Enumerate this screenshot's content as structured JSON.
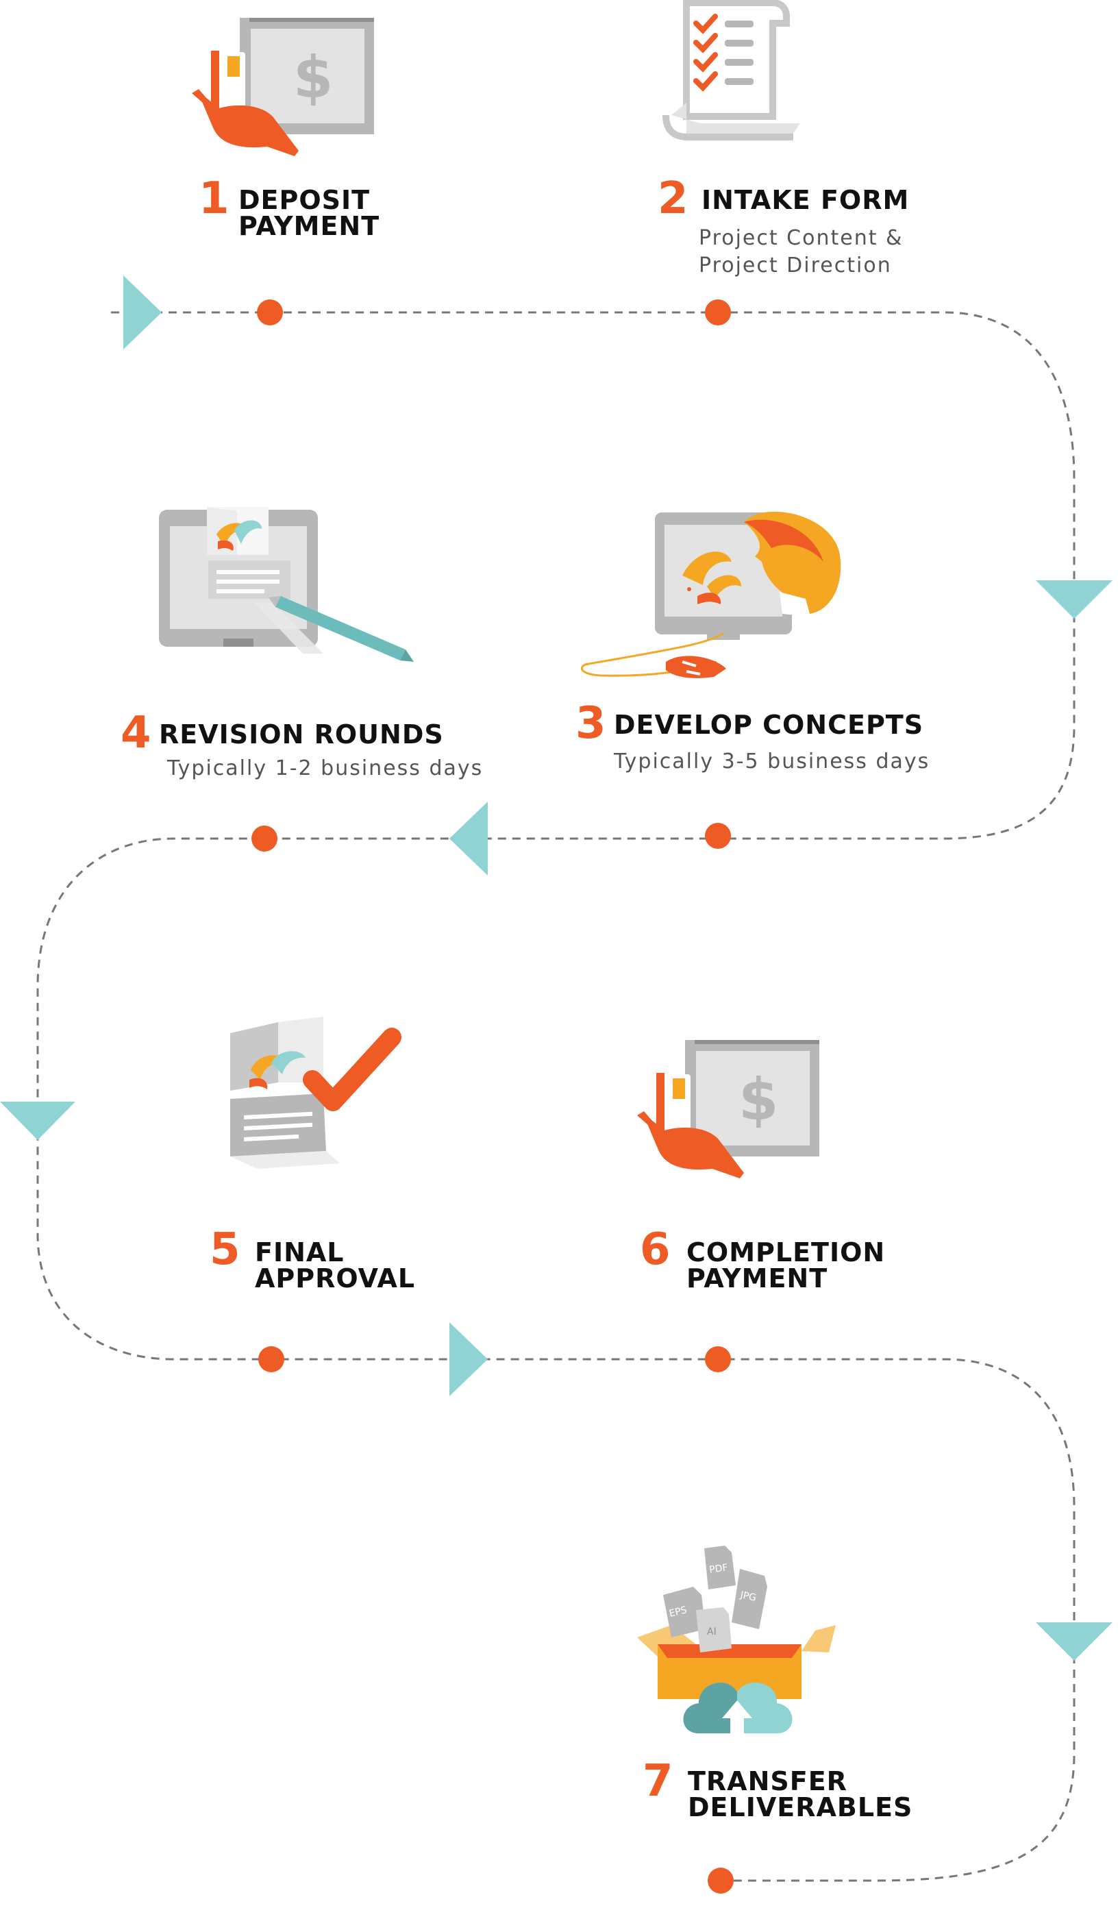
{
  "colors": {
    "accent": "#ee5b24",
    "orange_light": "#f5a623",
    "teal": "#8fd3d3",
    "teal_dark": "#5ea3a3",
    "gray": "#b7b7b7",
    "gray_light": "#e3e3e3",
    "path": "#777777",
    "text": "#111111",
    "subtext": "#555555"
  },
  "steps": [
    {
      "number": "1",
      "title_line1": "DEPOSIT",
      "title_line2": "PAYMENT",
      "sub_line1": "",
      "sub_line2": "",
      "icon": "payment-icon"
    },
    {
      "number": "2",
      "title_line1": "INTAKE FORM",
      "title_line2": "",
      "sub_line1": "Project Content &",
      "sub_line2": "Project Direction",
      "icon": "checklist-scroll-icon"
    },
    {
      "number": "3",
      "title_line1": "DEVELOP CONCEPTS",
      "title_line2": "",
      "sub_line1": "Typically 3-5 business days",
      "sub_line2": "",
      "icon": "designer-monitor-icon"
    },
    {
      "number": "4",
      "title_line1": "REVISION ROUNDS",
      "title_line2": "",
      "sub_line1": "Typically 1-2 business days",
      "sub_line2": "",
      "icon": "tablet-pen-icon"
    },
    {
      "number": "5",
      "title_line1": "FINAL",
      "title_line2": "APPROVAL",
      "sub_line1": "",
      "sub_line2": "",
      "icon": "approval-check-icon"
    },
    {
      "number": "6",
      "title_line1": "COMPLETION",
      "title_line2": "PAYMENT",
      "sub_line1": "",
      "sub_line2": "",
      "icon": "payment-icon"
    },
    {
      "number": "7",
      "title_line1": "TRANSFER",
      "title_line2": "DELIVERABLES",
      "sub_line1": "",
      "sub_line2": "",
      "icon": "file-box-cloud-icon"
    }
  ],
  "file_types": [
    "PDF",
    "EPS",
    "JPG",
    "AI"
  ]
}
